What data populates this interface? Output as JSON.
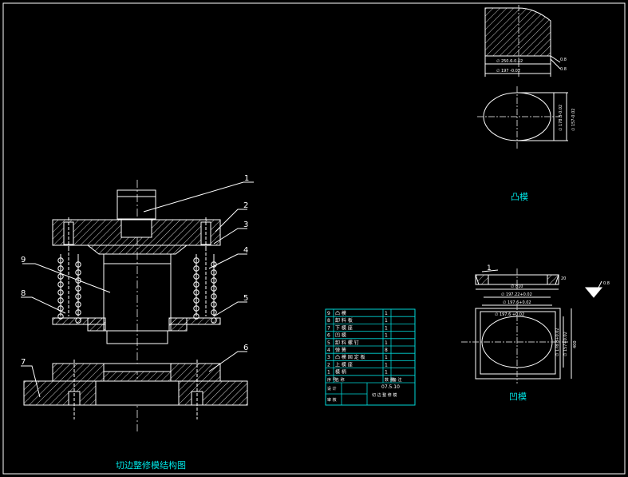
{
  "colors": {
    "background": "#000000",
    "line": "#ffffff",
    "title": "#00e5e5",
    "table": "#00d8d8",
    "table_text": "#ffffff",
    "axis": "#bfbfbf"
  },
  "main_view": {
    "title": "切边整修模结构图",
    "part_labels": [
      "1",
      "2",
      "3",
      "4",
      "5",
      "6",
      "7",
      "8",
      "9"
    ]
  },
  "punch_view": {
    "title": "凸模",
    "dims": {
      "inner_width": "∅\n250.6-0.02",
      "outer_width": "∅\n197 -0.02",
      "vertical_1": "∅\n178.8-0.02",
      "vertical_2": "∅\n157-0.02",
      "roughness_1": "0.8",
      "roughness_2": "0.8"
    }
  },
  "die_view": {
    "title": "凹模",
    "label": "1",
    "dims": {
      "top_width": "∅\n197.22+0.02",
      "mid_width": "∅\n197.6+0.02",
      "bottom_width": "∅\n197.6 +0.02",
      "vertical_1": "∅\n178.8+0.02",
      "vertical_2": "∅\n157+0.02",
      "vertical_3": "400",
      "thickness": "20",
      "width_top": "∅\n810",
      "roughness": "0.8"
    }
  },
  "bom_table": {
    "rows": [
      [
        "9",
        "凸 模",
        "1",
        ""
      ],
      [
        "8",
        "卸 料 板",
        "1",
        ""
      ],
      [
        "7",
        "下 模 座",
        "1",
        ""
      ],
      [
        "6",
        "凹 模",
        "1",
        ""
      ],
      [
        "5",
        "卸 料 螺 钉",
        "1",
        ""
      ],
      [
        "4",
        "弹 簧",
        "8",
        ""
      ],
      [
        "3",
        "凸 模 固 定 板",
        "1",
        ""
      ],
      [
        "2",
        "上 模 座",
        "1",
        ""
      ],
      [
        "1",
        "模 柄",
        "1",
        ""
      ]
    ],
    "header": [
      "序 号",
      "名 称",
      "数 量",
      "备 注"
    ],
    "footer_left": "设 计",
    "footer_left_2": "审 核",
    "footer_code": "07.5.10",
    "footer_title": "切 边 整 修 模"
  }
}
